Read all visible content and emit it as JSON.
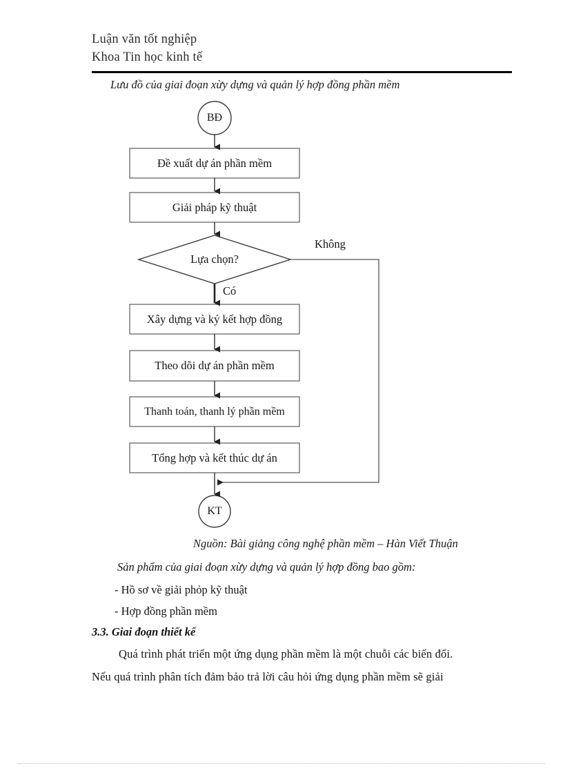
{
  "document": {
    "header": {
      "line1": "Luận văn tốt nghiệp",
      "line2": "Khoa Tin học kinh tế"
    },
    "figure": {
      "caption_top": "Lưu đồ của giai đoạn xừy dựng và quản lý hợp đồng phần mềm",
      "source": "Nguồn: Bài giảng công nghệ phần mềm – Hàn Viết Thuận"
    },
    "flowchart": {
      "start_node": "BĐ",
      "end_node": "KT",
      "steps": [
        "Đề xuất dự án phần mềm",
        "Giải pháp kỹ thuật",
        "Xây dựng và ký kết hợp đồng",
        "Theo dõi dự án phần mềm",
        "Thanh toán, thanh lý phần mềm",
        "Tổng hợp và kết thúc dự án"
      ],
      "decision": "Lựa chọn?",
      "branch_yes": "Có",
      "branch_no": "Không"
    },
    "body": {
      "lead_italic": "Sản phẩm của giai đoạn xừy dựng và quản lý hợp đồng bao gồm:",
      "bullet_1": "- Hồ sơ về giải phỏp kỹ thuật",
      "bullet_2": "- Hợp đồng phần mềm",
      "section_heading": "3.3. Giai đoạn thiết kế",
      "paragraph_1": "Quá trình phát triển một ứng dụng phần mềm là một chuỗi các biến đổi.",
      "paragraph_2": "Nếu quá trình phân tích đảm bảo trả lời câu hỏi ứng dụng phần mềm sẽ giải"
    },
    "colors": {
      "ink": "#1a1a1a",
      "rule": "#000000",
      "shape_stroke": "#555555",
      "bottom_rule": "#e8a0c0"
    }
  }
}
